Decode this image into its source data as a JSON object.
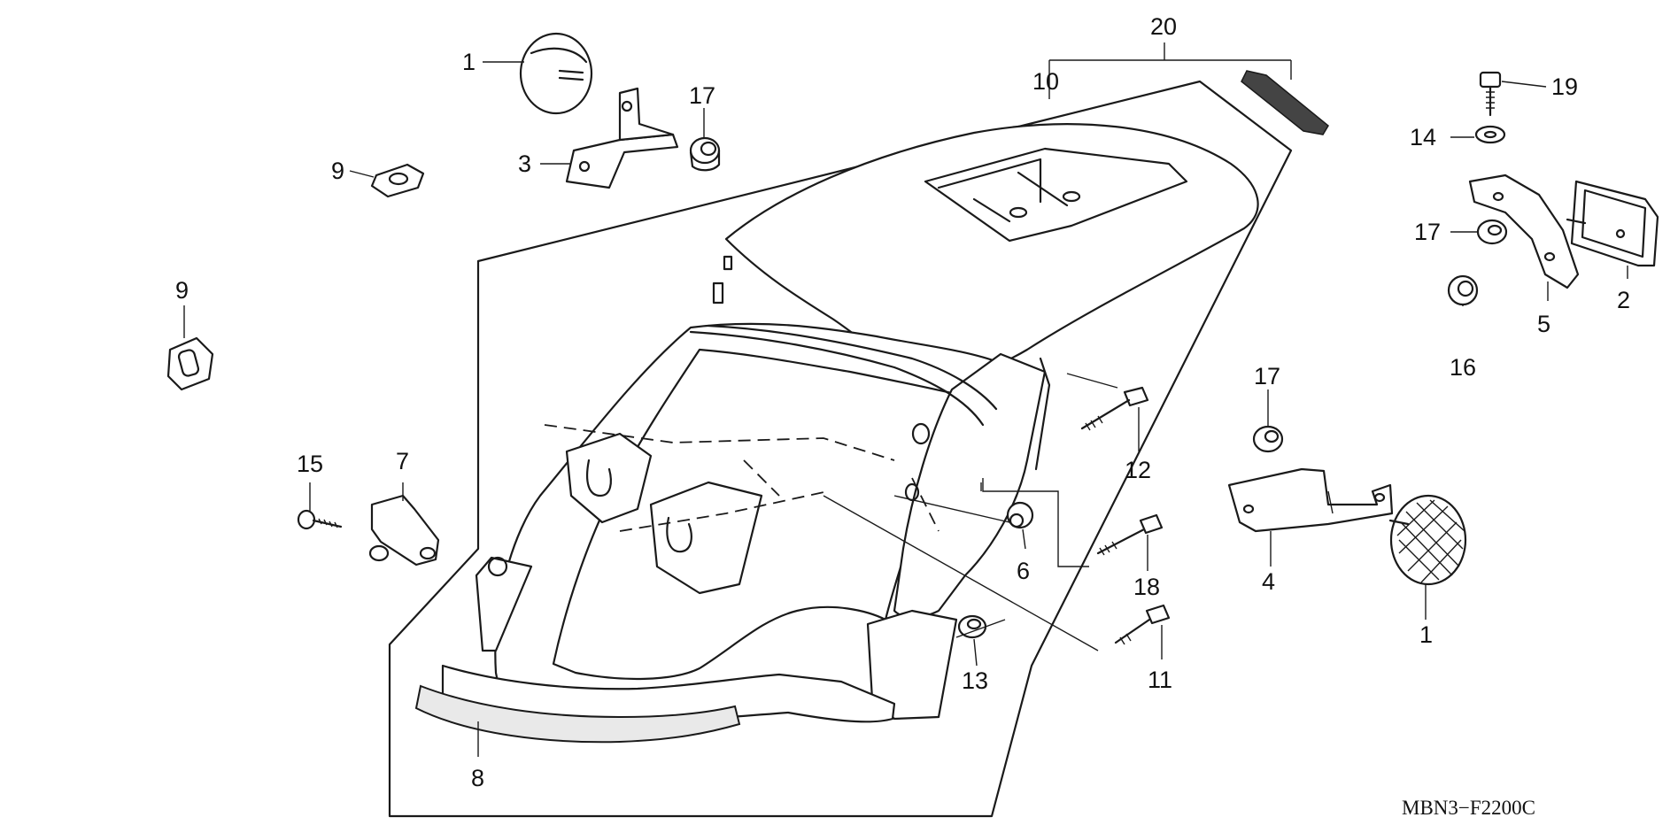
{
  "diagram": {
    "code": "MBN3−F2200C",
    "labels": {
      "l1a": "1",
      "l1b": "1",
      "l2": "2",
      "l3": "3",
      "l4": "4",
      "l5": "5",
      "l6": "6",
      "l7": "7",
      "l8": "8",
      "l9a": "9",
      "l9b": "9",
      "l10": "10",
      "l11": "11",
      "l12": "12",
      "l13": "13",
      "l14": "14",
      "l15": "15",
      "l16": "16",
      "l17a": "17",
      "l17b": "17",
      "l17c": "17",
      "l18": "18",
      "l19": "19",
      "l20": "20"
    }
  }
}
